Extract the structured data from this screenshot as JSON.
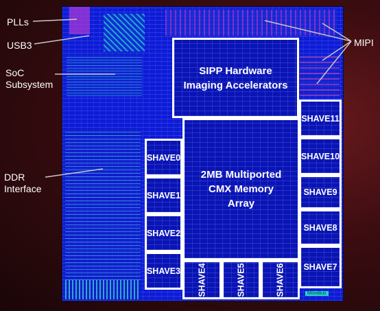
{
  "left_labels": {
    "plls": "PLLs",
    "usb3": "USB3",
    "soc": "SoC",
    "soc_line2": "Subsystem",
    "ddr": "DDR",
    "ddr_line2": "Interface"
  },
  "right_labels": {
    "mipi": "MIPI"
  },
  "blocks": {
    "sipp_line1": "SIPP Hardware",
    "sipp_line2": "Imaging Accelerators",
    "cmx_line1": "2MB Multiported",
    "cmx_line2": "CMX Memory",
    "cmx_line3": "Array"
  },
  "shaves": {
    "s0": "SHAVE0",
    "s1": "SHAVE1",
    "s2": "SHAVE2",
    "s3": "SHAVE3",
    "s4": "SHAVE4",
    "s5": "SHAVE5",
    "s6": "SHAVE6",
    "s7": "SHAVE7",
    "s8": "SHAVE8",
    "s9": "SHAVE9",
    "s10": "SHAVE10",
    "s11": "SHAVE11"
  },
  "logo": "Movidius",
  "colors": {
    "background": "#3a0c10",
    "die": "#0e1bd6",
    "block_border": "#ffffff",
    "label_text": "#ffffff",
    "logo_bg": "#21d8c4"
  }
}
